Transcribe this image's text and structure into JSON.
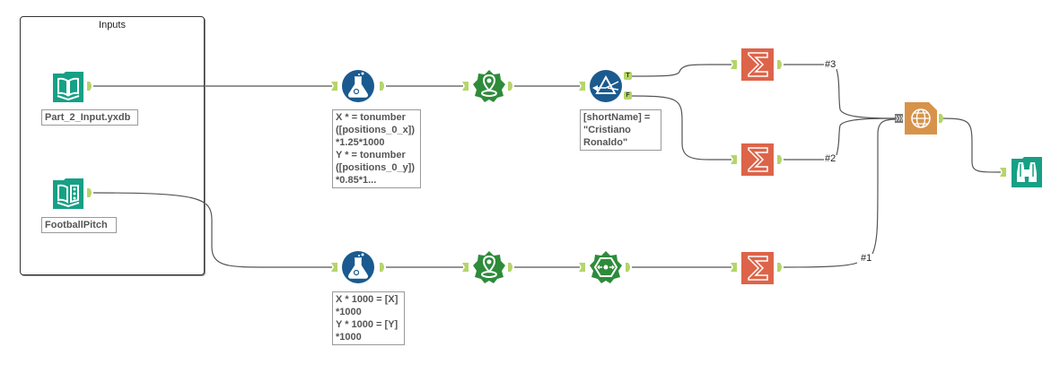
{
  "container": {
    "title": "Inputs"
  },
  "tools": {
    "input1": {
      "icon": "input-book-icon",
      "annotation": "Part_2_Input.yxdb"
    },
    "input2": {
      "icon": "input-book-dots-icon",
      "annotation": "FootballPitch"
    },
    "formula1": {
      "icon": "formula-flask-icon",
      "annotation": "X * = tonumber\n([positions_0_x])\n*1.25*1000\nY * = tonumber\n([positions_0_y])\n*0.85*1..."
    },
    "formula2": {
      "icon": "formula-flask-icon",
      "annotation": "X * 1000 = [X]\n*1000\nY * 1000 = [Y]\n*1000"
    },
    "createpoints1": {
      "icon": "create-points-icon"
    },
    "createpoints2": {
      "icon": "create-points-icon"
    },
    "filter": {
      "icon": "filter-prism-icon",
      "annotation": "[shortName] =\n\"Cristiano\nRonaldo\"",
      "true_label": "T",
      "false_label": "F"
    },
    "poly1": {
      "icon": "poly-build-icon"
    },
    "summarize_t": {
      "icon": "summarize-sigma-icon"
    },
    "summarize_f": {
      "icon": "summarize-sigma-icon"
    },
    "summarize_b": {
      "icon": "summarize-sigma-icon"
    },
    "render": {
      "icon": "report-map-globe-icon"
    },
    "browse": {
      "icon": "browse-binoculars-icon"
    }
  },
  "connection_labels": {
    "c3": "#3",
    "c2": "#2",
    "c1": "#1"
  },
  "colors": {
    "input": "#16a085",
    "formula": "#1a5a8f",
    "spatial": "#2e8b3a",
    "summarize": "#dd6449",
    "report": "#d7934c",
    "anchor": "#b5d56a",
    "line": "#555555"
  }
}
